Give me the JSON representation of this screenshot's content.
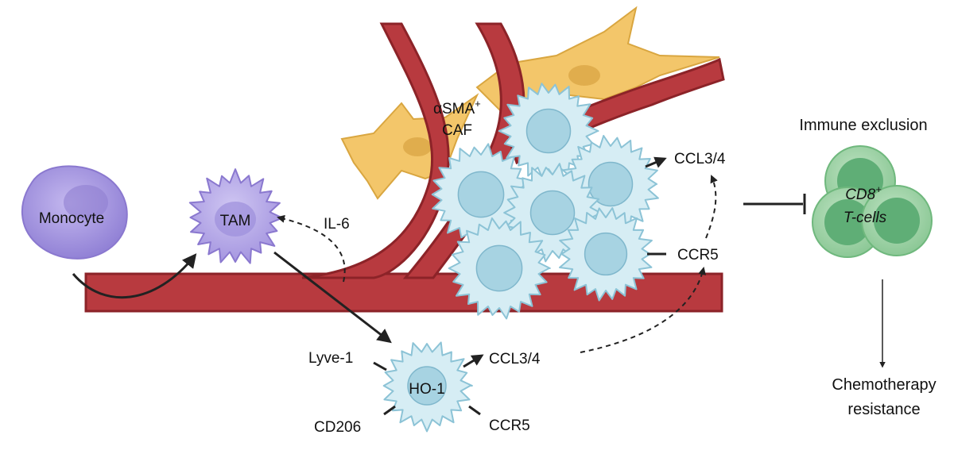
{
  "labels": {
    "monocyte": "Monocyte",
    "tam": "TAM",
    "il6": "IL-6",
    "caf_line1": "αSMA",
    "caf_sup": "+",
    "caf_line2": "CAF",
    "ccl34_top": "CCL3/4",
    "ccr5_top": "CCR5",
    "lyve1": "Lyve-1",
    "ho1": "HO-1",
    "ccl34_bottom": "CCL3/4",
    "cd206": "CD206",
    "ccr5_bottom": "CCR5",
    "immune_exclusion": "Immune exclusion",
    "cd8": "CD8",
    "cd8_sup": "+",
    "tcells": "T-cells",
    "chemo_line1": "Chemotherapy",
    "chemo_line2": "resistance"
  },
  "colors": {
    "vessel": "#b83a3f",
    "vessel_dark": "#8c2328",
    "caf": "#f3c66a",
    "tumor_cell": "#d6edf4",
    "tumor_nucleus": "#a7d3e2",
    "monocyte": "#a99be0",
    "tam": "#b4a8e6",
    "tcell": "#9fd3a6",
    "tcell_nucleus": "#5fae76"
  }
}
